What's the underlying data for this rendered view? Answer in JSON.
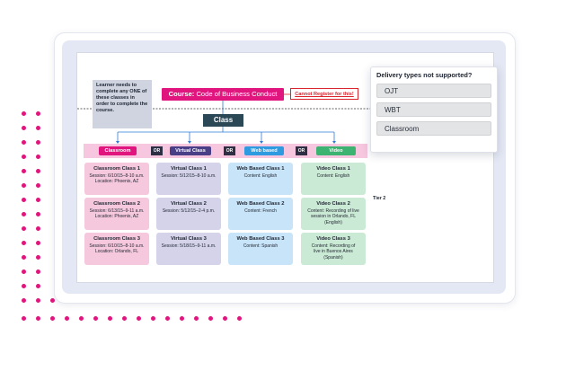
{
  "diagram": {
    "learner_note": "Learner needs to complete any ONE of these classes in order to complete the course.",
    "course_label": "Course:",
    "course_name": "Code of Business Conduct",
    "cannot_register": "Cannot Register for this!",
    "class_label": "Class",
    "or_label": "OR",
    "tier_label": "Tier 2",
    "categories": [
      {
        "label": "Classroom",
        "color": "#e0157d"
      },
      {
        "label": "Virtual Class",
        "color": "#4a3e86"
      },
      {
        "label": "Web based",
        "color": "#2e9ae0"
      },
      {
        "label": "Video",
        "color": "#3cb371"
      }
    ],
    "columns": [
      [
        {
          "title": "Classroom Class 1",
          "detail": "Session: 6/10/15–8-10 a.m.\nLocation: Phoenix, AZ"
        },
        {
          "title": "Classroom Class 2",
          "detail": "Session: 6/13/15–9-11 a.m.\nLocation: Phoenix, AZ"
        },
        {
          "title": "Classroom Class 3",
          "detail": "Session: 6/10/15–8-10 a.m.\nLocation: Orlando, FL"
        }
      ],
      [
        {
          "title": "Virtual Class 1",
          "detail": "Session: 5/12/15–8-10 a.m."
        },
        {
          "title": "Virtual Class 2",
          "detail": "Session: 5/12/15–2-4 p.m."
        },
        {
          "title": "Virtual Class 3",
          "detail": "Session: 5/18/15–9-11 a.m."
        }
      ],
      [
        {
          "title": "Web Based Class 1",
          "detail": "Content: English"
        },
        {
          "title": "Web Based Class 2",
          "detail": "Content: French"
        },
        {
          "title": "Web Based Class 3",
          "detail": "Content: Spanish"
        }
      ],
      [
        {
          "title": "Video Class 1",
          "detail": "Content: English"
        },
        {
          "title": "Video Class 2",
          "detail": "Content: Recording of live\nsession in Orlando, FL\n(English)"
        },
        {
          "title": "Video Class 3",
          "detail": "Content: Recording of\nlive in Buenos Aires\n(Spanish)"
        }
      ]
    ]
  },
  "panel": {
    "title": "Delivery types not supported?",
    "options": [
      "OJT",
      "WBT",
      "Classroom"
    ]
  },
  "colors": {
    "accent": "#e0157d",
    "class_box": "#2b4857",
    "frame": "#e4e8f4"
  }
}
